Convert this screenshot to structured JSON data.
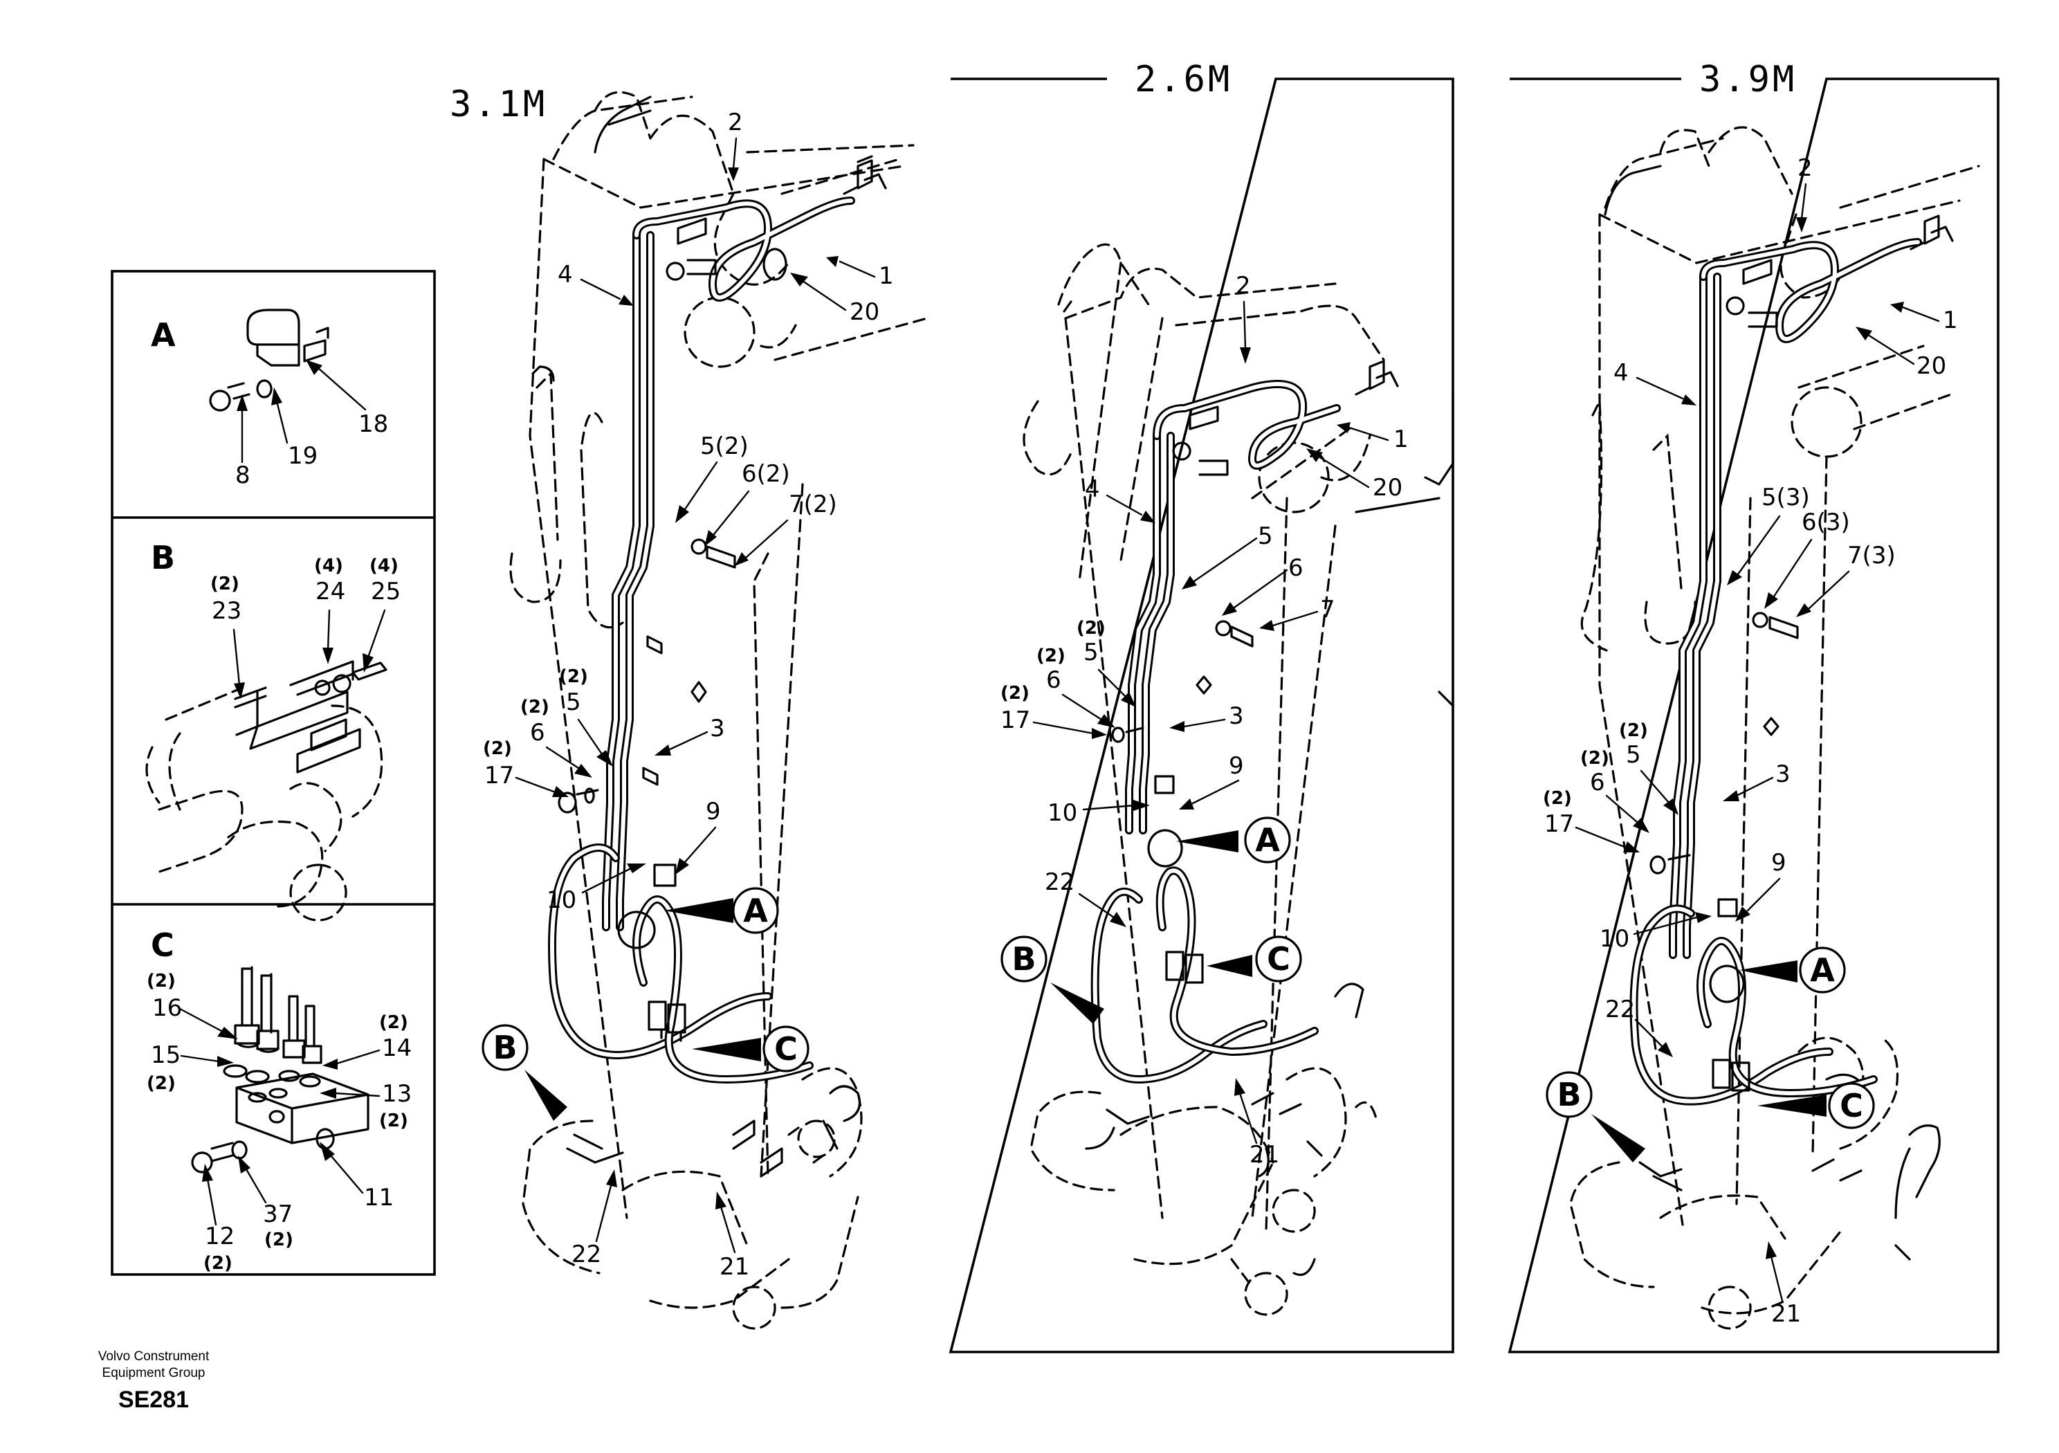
{
  "views": {
    "main": {
      "title": "3.1M"
    },
    "mid": {
      "title": "2.6M"
    },
    "right": {
      "title": "3.9M"
    }
  },
  "details": {
    "A": {
      "letter": "A",
      "parts": [
        "18",
        "8",
        "19"
      ]
    },
    "B": {
      "letter": "B",
      "parts": [
        "23",
        "24",
        "25"
      ],
      "qty": [
        "(2)",
        "(4)",
        "(4)"
      ]
    },
    "C": {
      "letter": "C",
      "parts": [
        "16",
        "15",
        "14",
        "13",
        "11",
        "12",
        "37"
      ],
      "qty": [
        "(2)",
        "(2)",
        "(2)",
        "(2)",
        "(2)",
        "(2)"
      ]
    }
  },
  "main_labels": {
    "p2": "2",
    "p1": "1",
    "p20": "20",
    "p4": "4",
    "p5": "5(2)",
    "p6": "6(2)",
    "p7": "7(2)",
    "p5b": "5",
    "p6b": "6",
    "p17": "17",
    "q2": "(2)",
    "p3": "3",
    "p9": "9",
    "p10": "10",
    "p22": "22",
    "p21": "21"
  },
  "mid_labels": {
    "p2": "2",
    "p1": "1",
    "p20": "20",
    "p4": "4",
    "p5": "5",
    "p6": "6",
    "p7": "7",
    "p5b": "5",
    "p6b": "6",
    "p17": "17",
    "q2": "(2)",
    "p3": "3",
    "p9": "9",
    "p10": "10",
    "p22": "22",
    "p21": "21"
  },
  "right_labels": {
    "p2": "2",
    "p1": "1",
    "p20": "20",
    "p4": "4",
    "p5": "5(3)",
    "p6": "6(3)",
    "p7": "7(3)",
    "p5b": "5",
    "p6b": "6",
    "p17": "17",
    "q2": "(2)",
    "p3": "3",
    "p9": "9",
    "p10": "10",
    "p22": "22",
    "p21": "21"
  },
  "callouts": {
    "A": "A",
    "B": "B",
    "C": "C"
  },
  "footer": {
    "company_line1": "Volvo Construment",
    "company_line2": "Equipment Group",
    "code": "SE281"
  }
}
